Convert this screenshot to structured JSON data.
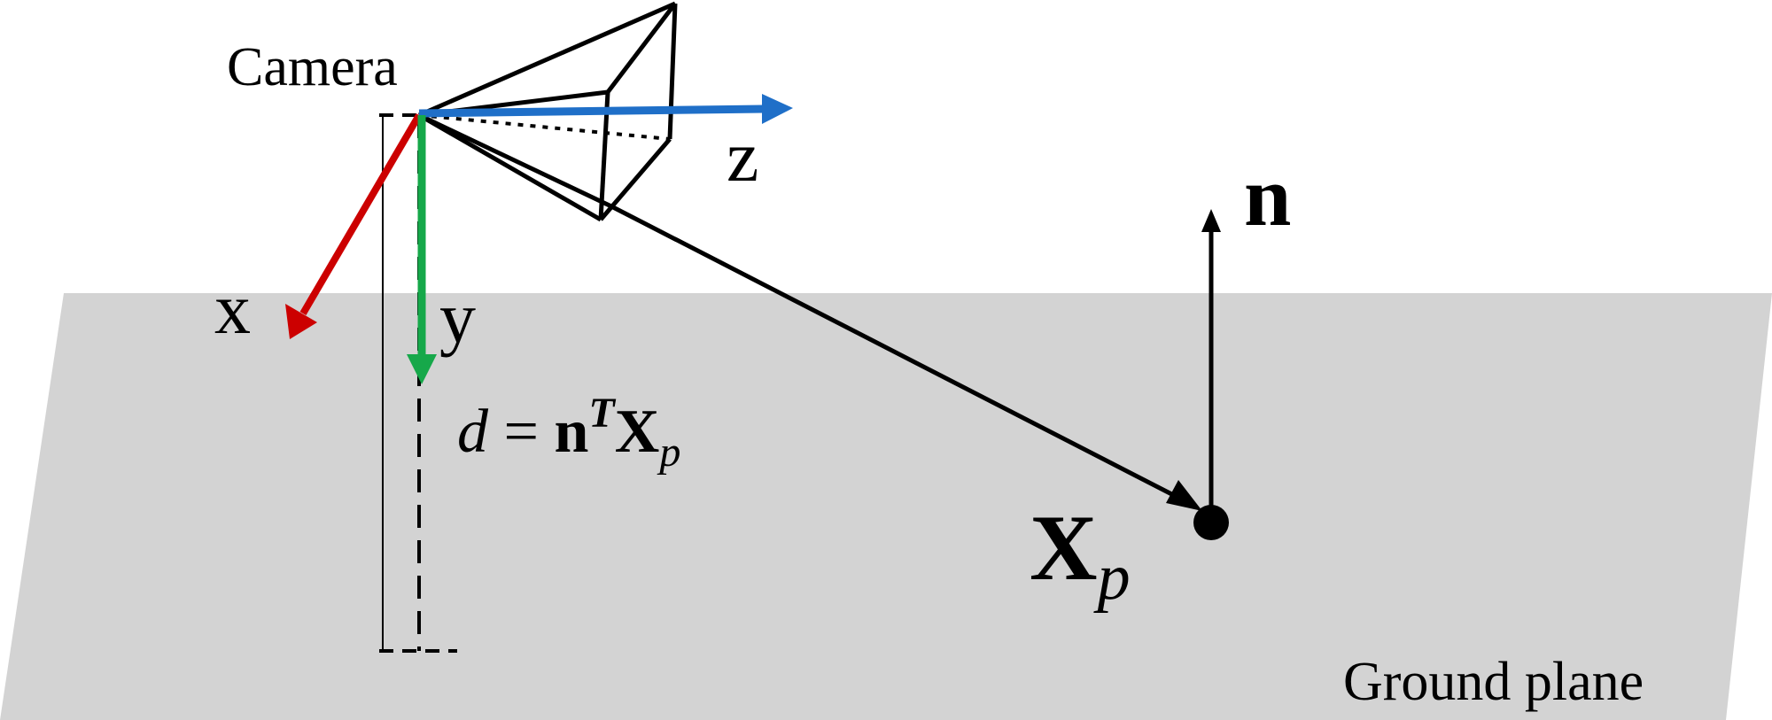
{
  "labels": {
    "camera": "Camera",
    "axis_x": "x",
    "axis_y": "y",
    "axis_z": "z",
    "normal": "n",
    "point_main": "X",
    "point_sub": "p",
    "ground": "Ground plane"
  },
  "equation": {
    "lhs": "d",
    "eq": " = ",
    "normal": "n",
    "transpose": "T",
    "vector": "X",
    "vector_sub": "p"
  },
  "colors": {
    "axis_x": "#cc0000",
    "axis_y": "#16a84a",
    "axis_z": "#1f6fc8",
    "ground": "#d3d3d3",
    "lines": "#000000"
  }
}
